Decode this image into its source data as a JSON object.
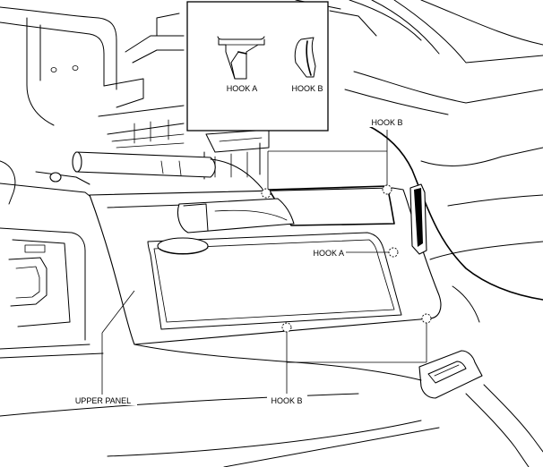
{
  "labels": {
    "hook_a_inset": "HOOK A",
    "hook_b_inset": "HOOK B",
    "hook_b_top": "HOOK B",
    "hook_a_right": "HOOK A",
    "upper_panel": "UPPER PANEL",
    "hook_b_bottom": "HOOK B"
  }
}
